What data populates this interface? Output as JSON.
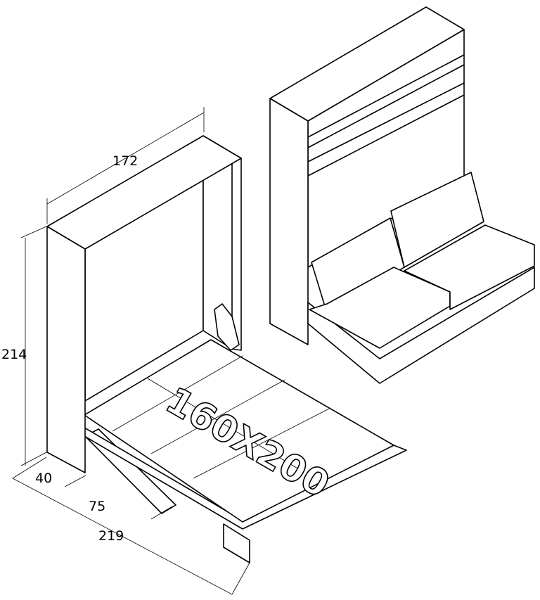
{
  "dimensions": {
    "width": "172",
    "height": "214",
    "depth_closed": "40",
    "depth_mid": "75",
    "depth_open": "219"
  },
  "mattress_size": "160X200"
}
